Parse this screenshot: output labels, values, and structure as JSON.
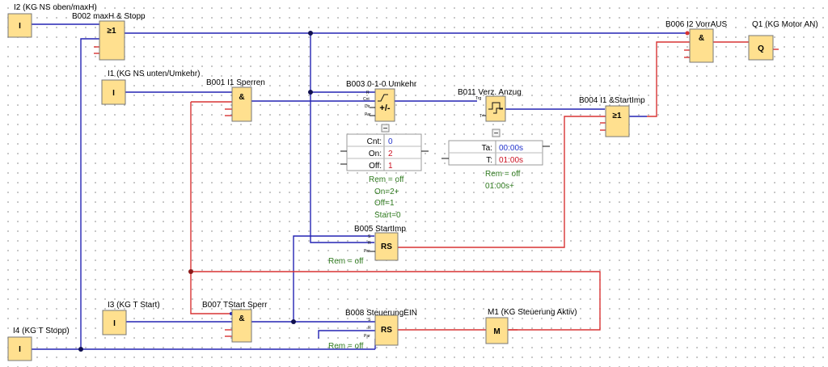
{
  "inputs": {
    "i2": {
      "symbol": "I",
      "label": "I2 (KG NS oben/maxH)"
    },
    "i1": {
      "symbol": "I",
      "label": "I1 (KG NS unten/Umkehr)"
    },
    "i3": {
      "symbol": "I",
      "label": "I3 (KG T Start)"
    },
    "i4": {
      "symbol": "I",
      "label": "I4 (KG T Stopp)"
    }
  },
  "outputs": {
    "q1": {
      "symbol": "Q",
      "label": "Q1 (KG Motor AN)"
    },
    "m1": {
      "symbol": "M",
      "label": "M1 (KG Steuerung Aktiv)"
    }
  },
  "blocks": {
    "b002": {
      "title": "B002 maxH & Stopp",
      "symbol": "≥1"
    },
    "b001": {
      "title": "B001 I1 Sperren",
      "symbol": "&"
    },
    "b003": {
      "title": "B003 0-1-0 Umkehr",
      "symbol": "+/-",
      "pins": [
        "R",
        "Cnt",
        "Dir",
        "Par"
      ]
    },
    "b011": {
      "title": "B011 Verz. Anzug",
      "pins": [
        "Trg",
        "T"
      ]
    },
    "b004": {
      "title": "B004 I1 &StartImp",
      "symbol": "≥1"
    },
    "b006": {
      "title": "B006 I2 VorrAUS",
      "symbol": "&"
    },
    "b005": {
      "title": "B005 StartImp",
      "symbol": "RS",
      "pins": [
        "S",
        "R",
        "Par"
      ]
    },
    "b007": {
      "title": "B007 TStart Sperr",
      "symbol": "&"
    },
    "b008": {
      "title": "B008 SteuerungEIN",
      "symbol": "RS",
      "pins": [
        "S",
        "R",
        "Par"
      ]
    }
  },
  "params": {
    "b003": {
      "collapse": "−",
      "rows": [
        {
          "key": "Cnt:",
          "value": "0",
          "color": "#2233cc"
        },
        {
          "key": "On:",
          "value": "2",
          "color": "#cc1122"
        },
        {
          "key": "Off:",
          "value": "1",
          "color": "#cc1122"
        }
      ],
      "notes": [
        "Rem = off",
        "On=2+",
        "Off=1",
        "Start=0"
      ]
    },
    "b011": {
      "collapse": "−",
      "rows": [
        {
          "key": "Ta:",
          "value": "00:00s",
          "color": "#2233cc"
        },
        {
          "key": "T:",
          "value": "01:00s",
          "color": "#cc1122"
        }
      ],
      "notes": [
        "Rem = off",
        "01:00s+"
      ]
    },
    "b005": {
      "notes": [
        "Rem = off"
      ]
    },
    "b008": {
      "notes": [
        "Rem = off"
      ]
    }
  },
  "colors": {
    "wire_active": "#2424b4",
    "wire_signal": "#d93333",
    "block_fill": "#ffe08f",
    "node": "#101050",
    "note_green": "#2f7a1f"
  }
}
